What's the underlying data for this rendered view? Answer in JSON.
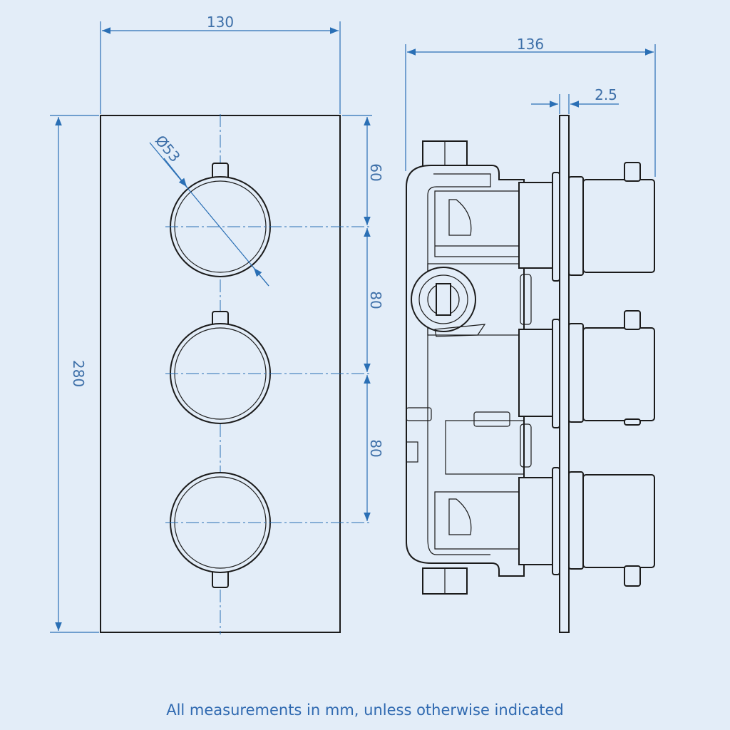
{
  "dimensions": {
    "plate_width": "130",
    "depth": "136",
    "plate_thickness": "2.5",
    "plate_height": "280",
    "top_to_first": "60",
    "spacing_1": "80",
    "spacing_2": "80",
    "knob_diameter": "Ø53"
  },
  "caption": "All measurements in mm, unless otherwise indicated",
  "colors": {
    "background": "#e3edf8",
    "line": "#1b1b1b",
    "dimension": "#2a6fb5",
    "caption": "#2f69b0"
  }
}
